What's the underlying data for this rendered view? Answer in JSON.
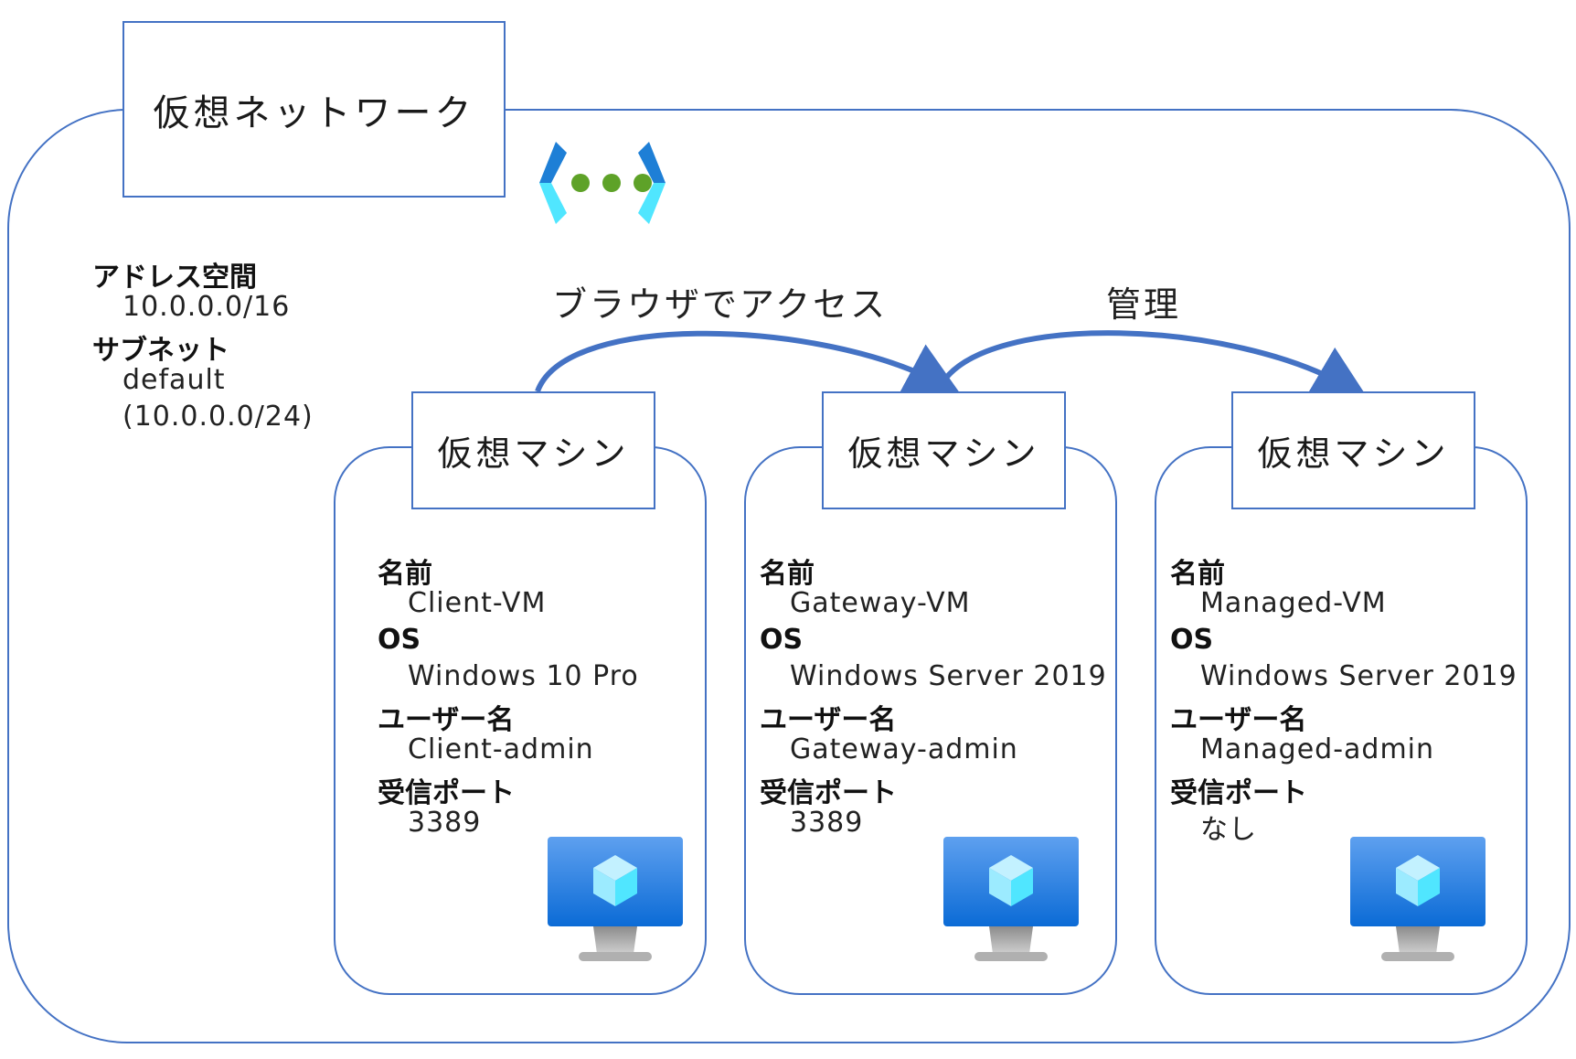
{
  "vnet": {
    "title": "仮想ネットワーク",
    "icon": "virtual-network-icon",
    "address_space_label": "アドレス空間",
    "address_space_value": "10.0.0.0/16",
    "subnet_label": "サブネット",
    "subnet_name": "default",
    "subnet_range": "(10.0.0.0/24)"
  },
  "arrows": [
    {
      "label": "ブラウザでアクセス"
    },
    {
      "label": "管理"
    }
  ],
  "vms": [
    {
      "title": "仮想マシン",
      "name_label": "名前",
      "name": "Client-VM",
      "os_label": "OS",
      "os": "Windows 10 Pro",
      "user_label": "ユーザー名",
      "user": "Client-admin",
      "port_label": "受信ポート",
      "port": "3389",
      "icon": "virtual-machine-icon"
    },
    {
      "title": "仮想マシン",
      "name_label": "名前",
      "name": "Gateway-VM",
      "os_label": "OS",
      "os": "Windows Server 2019",
      "user_label": "ユーザー名",
      "user": "Gateway-admin",
      "port_label": "受信ポート",
      "port": "3389",
      "icon": "virtual-machine-icon"
    },
    {
      "title": "仮想マシン",
      "name_label": "名前",
      "name": "Managed-VM",
      "os_label": "OS",
      "os": "Windows Server 2019",
      "user_label": "ユーザー名",
      "user": "Managed-admin",
      "port_label": "受信ポート",
      "port": "なし",
      "icon": "virtual-machine-icon"
    }
  ],
  "colors": {
    "border": "#4472c4",
    "arrow": "#4472c4",
    "chevron_dark": "#1e7fd6",
    "chevron_light": "#50e6ff",
    "dots": "#5ea228",
    "monitor_top": "#5ea0ef",
    "monitor_bottom": "#0b6bd6",
    "stand": "#a0a0a0"
  }
}
